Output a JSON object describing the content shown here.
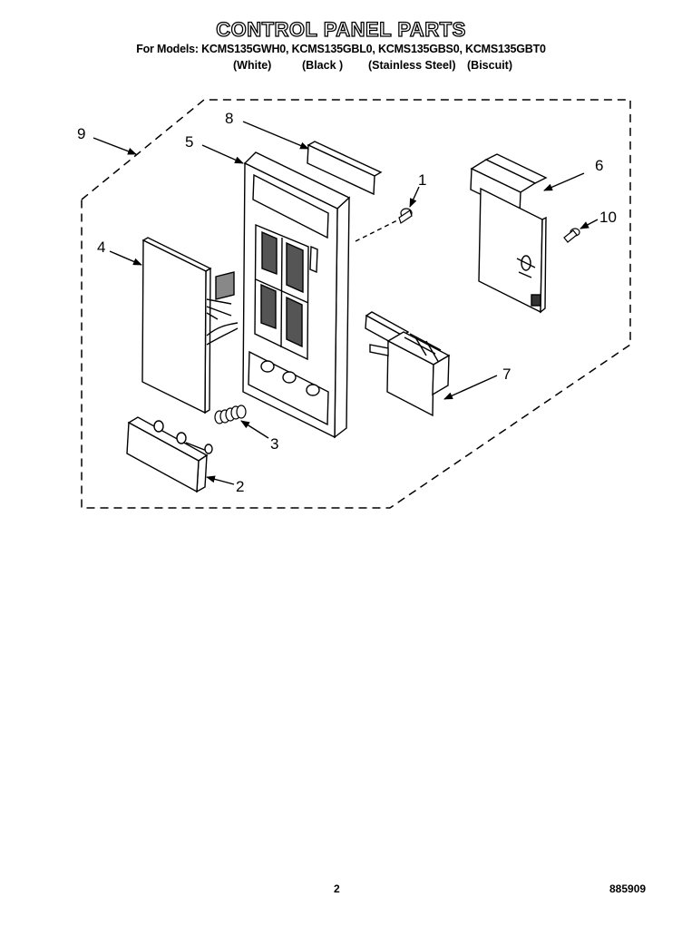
{
  "header": {
    "title": "CONTROL PANEL PARTS",
    "models_line": "For Models: KCMS135GWH0, KCMS135GBL0, KCMS135GBS0, KCMS135GBT0",
    "colors": [
      "(White)",
      "(Black )",
      "(Stainless Steel)",
      "(Biscuit)"
    ]
  },
  "callouts": {
    "c1": "1",
    "c2": "2",
    "c3": "3",
    "c4": "4",
    "c5": "5",
    "c6": "6",
    "c7": "7",
    "c8": "8",
    "c9": "9",
    "c10": "10"
  },
  "footer": {
    "page_number": "2",
    "document_number": "885909"
  }
}
